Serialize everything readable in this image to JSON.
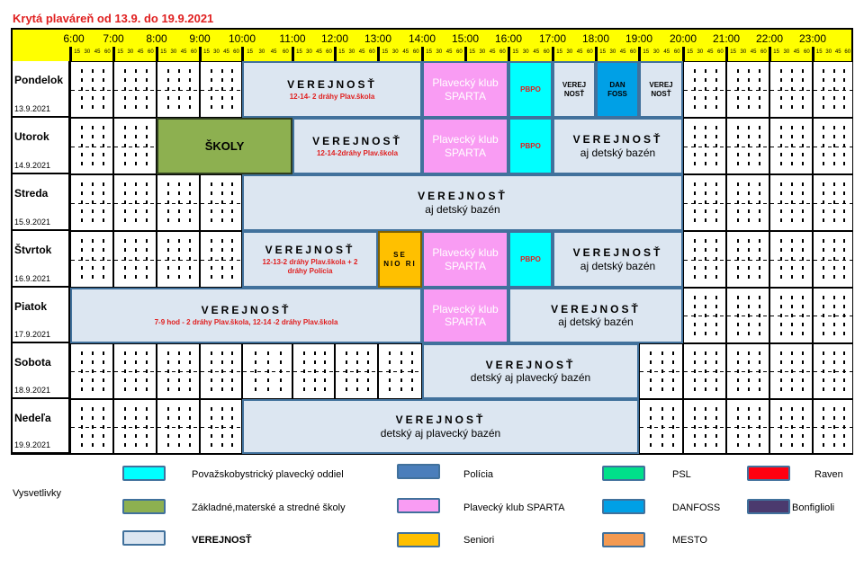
{
  "title": "Krytá plaváreň od 13.9. do 19.9.2021",
  "hours": [
    "6:00",
    "7:00",
    "8:00",
    "9:00",
    "10:00",
    "11:00",
    "12:00",
    "13:00",
    "14:00",
    "15:00",
    "16:00",
    "17:00",
    "18:00",
    "19:00",
    "20:00",
    "21:00",
    "22:00",
    "23:00"
  ],
  "minute_ticks": [
    "15",
    "30",
    "45",
    "60"
  ],
  "colors": {
    "verejnost": "#dce6f1",
    "sparta": "#f99cf3",
    "pbpo": "#00ffff",
    "danfoss": "#00a0e6",
    "skoly": "#8db050",
    "seniori": "#ffc000",
    "policia": "#4a7ebb",
    "psl": "#00e08a",
    "raven": "#ff0010",
    "bonfiglioli": "#4b3a6e",
    "mesto": "#f39a52"
  },
  "days": [
    {
      "name": "Pondelok",
      "date": "13.9.2021",
      "blocks": [
        {
          "start": 10,
          "end": 14,
          "type": "verejnost",
          "title": "VEREJNOSŤ",
          "sub": "12-14- 2 dráhy Plav.škola",
          "subRed": true
        },
        {
          "start": 14,
          "end": 16,
          "type": "sparta",
          "title": "",
          "sub": "Plavecký klub SPARTA"
        },
        {
          "start": 16,
          "end": 17,
          "type": "pbpo",
          "title": "",
          "sub": "PBPO",
          "subRed": true
        },
        {
          "start": 17,
          "end": 18,
          "type": "verejnost",
          "title": "VEREJ NOSŤ",
          "sub": ""
        },
        {
          "start": 18,
          "end": 19,
          "type": "danfoss",
          "title": "DAN FOSS",
          "sub": ""
        },
        {
          "start": 19,
          "end": 20,
          "type": "verejnost",
          "title": "VEREJ NOSŤ",
          "sub": ""
        }
      ]
    },
    {
      "name": "Utorok",
      "date": "14.9.2021",
      "blocks": [
        {
          "start": 8,
          "end": 11,
          "type": "skoly",
          "title": "ŠKOLY",
          "sub": ""
        },
        {
          "start": 11,
          "end": 14,
          "type": "verejnost",
          "title": "VEREJNOSŤ",
          "sub": "12-14-2dráhy Plav.škola",
          "subRed": true
        },
        {
          "start": 14,
          "end": 16,
          "type": "sparta",
          "title": "",
          "sub": "Plavecký klub SPARTA"
        },
        {
          "start": 16,
          "end": 17,
          "type": "pbpo",
          "title": "",
          "sub": "PBPO",
          "subRed": true
        },
        {
          "start": 17,
          "end": 20,
          "type": "verejnost",
          "title": "VEREJNOSŤ",
          "sub": "aj detský bazén"
        }
      ]
    },
    {
      "name": "Streda",
      "date": "15.9.2021",
      "blocks": [
        {
          "start": 10,
          "end": 20,
          "type": "verejnost",
          "title": "VEREJNOSŤ",
          "sub": "aj detský bazén"
        }
      ]
    },
    {
      "name": "Štvrtok",
      "date": "16.9.2021",
      "blocks": [
        {
          "start": 10,
          "end": 13,
          "type": "verejnost",
          "title": "VEREJNOSŤ",
          "sub": "12-13-2 dráhy Plav.škola + 2 dráhy Polícia",
          "subRed": true
        },
        {
          "start": 13,
          "end": 14,
          "type": "seniori",
          "title": "SE NIO RI",
          "sub": ""
        },
        {
          "start": 14,
          "end": 16,
          "type": "sparta",
          "title": "",
          "sub": "Plavecký klub SPARTA"
        },
        {
          "start": 16,
          "end": 17,
          "type": "pbpo",
          "title": "",
          "sub": "PBPO",
          "subRed": true
        },
        {
          "start": 17,
          "end": 20,
          "type": "verejnost",
          "title": "VEREJNOSŤ",
          "sub": "aj detský bazén"
        }
      ]
    },
    {
      "name": "Piatok",
      "date": "17.9.2021",
      "blocks": [
        {
          "start": 6,
          "end": 14,
          "type": "verejnost",
          "title": "VEREJNOSŤ",
          "sub": "7-9 hod - 2 dráhy Plav.škola,  12-14 -2 dráhy Plav.škola",
          "subRed": true
        },
        {
          "start": 14,
          "end": 16,
          "type": "sparta",
          "title": "",
          "sub": "Plavecký klub SPARTA"
        },
        {
          "start": 16,
          "end": 20,
          "type": "verejnost",
          "title": "VEREJNOSŤ",
          "sub": "aj detský bazén"
        }
      ]
    },
    {
      "name": "Sobota",
      "date": "18.9.2021",
      "blocks": [
        {
          "start": 14,
          "end": 19,
          "type": "verejnost",
          "title": "VEREJNOSŤ",
          "sub": "detský aj plavecký bazén"
        }
      ]
    },
    {
      "name": "Nedeľa",
      "date": "19.9.2021",
      "blocks": [
        {
          "start": 10,
          "end": 19,
          "type": "verejnost",
          "title": "VEREJNOSŤ",
          "sub": "detský aj plavecký bazén"
        }
      ]
    }
  ],
  "legend": {
    "title": "Vysvetlivky",
    "items": [
      {
        "label": "Považskobystrický plavecký oddiel",
        "type": "pbpo"
      },
      {
        "label": "Základné,materské a stredné školy",
        "type": "skoly"
      },
      {
        "label": "VEREJNOSŤ",
        "type": "verejnost"
      },
      {
        "label": "Polícia",
        "type": "policia"
      },
      {
        "label": "Plavecký klub SPARTA",
        "type": "sparta"
      },
      {
        "label": "Seniori",
        "type": "seniori"
      },
      {
        "label": "PSL",
        "type": "psl"
      },
      {
        "label": "DANFOSS",
        "type": "danfoss"
      },
      {
        "label": "MESTO",
        "type": "mesto"
      },
      {
        "label": "Raven",
        "type": "raven"
      },
      {
        "label": "Bonfiglioli",
        "type": "bonfiglioli"
      }
    ]
  }
}
